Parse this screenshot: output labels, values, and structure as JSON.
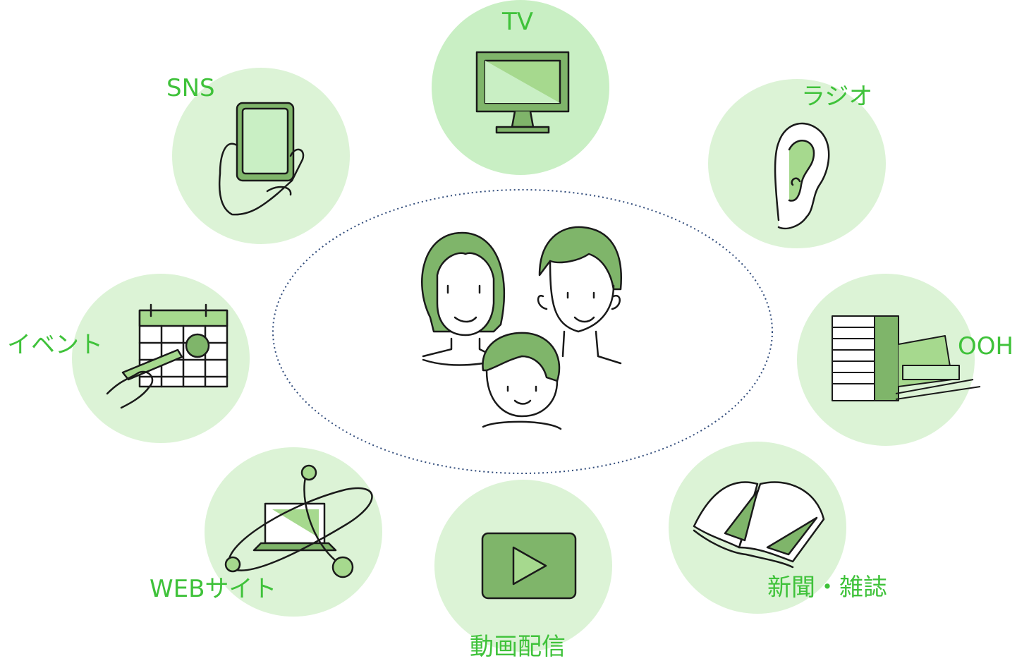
{
  "media": {
    "tv": "TV",
    "sns": "SNS",
    "radio": "ラジオ",
    "event": "イベント",
    "ooh": "OOH",
    "web": "WEBサイト",
    "video": "動画配信",
    "print": "新聞・雑誌"
  },
  "colors": {
    "bubble": "#dcf3d6",
    "bubble_tv": "#c9efc4",
    "accent_fill": "#a6d98e",
    "dark_fill": "#7fb56a",
    "label": "#3fc23a",
    "line": "#1a1a1a",
    "ellipse_dots": "#2f4a7a"
  },
  "icons": {
    "tv": "tv-monitor-icon",
    "sns": "smartphone-in-hand-icon",
    "radio": "ear-icon",
    "event": "calendar-with-pencil-icon",
    "ooh": "building-and-train-icon",
    "web": "laptop-orbit-icon",
    "video": "play-button-icon",
    "print": "open-book-icon",
    "audience": "family-faces-icon"
  }
}
